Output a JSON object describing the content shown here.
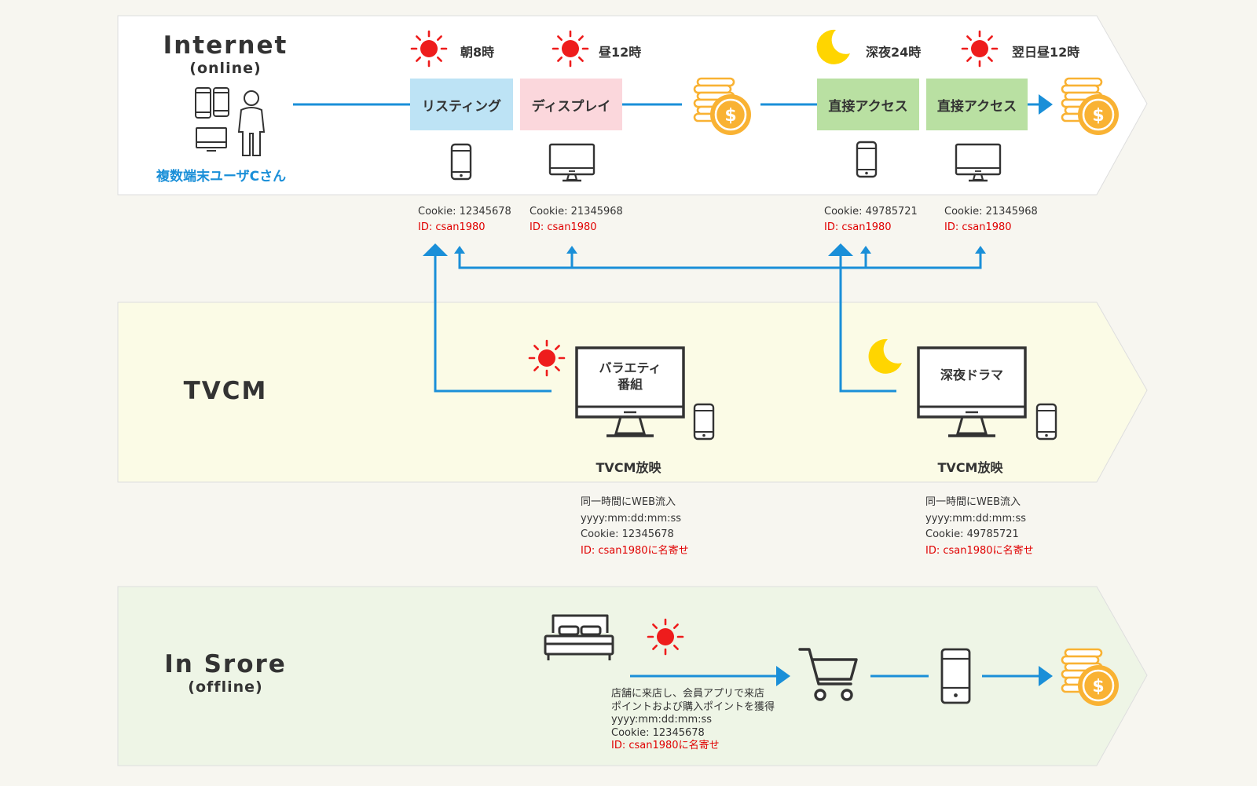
{
  "bands": {
    "internet": {
      "title": "Internet",
      "subtitle": "(online)",
      "user_label": "複数端末ユーザCさん"
    },
    "tvcm": {
      "title": "TVCM"
    },
    "store": {
      "title": "In Srore",
      "subtitle": "(offline)"
    }
  },
  "times": [
    {
      "label": "朝8時",
      "icon": "sun-icon"
    },
    {
      "label": "昼12時",
      "icon": "sun-icon"
    },
    {
      "label": "深夜24時",
      "icon": "moon-icon"
    },
    {
      "label": "翌日昼12時",
      "icon": "sun-icon"
    }
  ],
  "touchpoints": [
    {
      "label": "リスティング",
      "color": "#bde3f5",
      "device": "smartphone-icon",
      "cookie": "Cookie: 12345678",
      "id": "ID: csan1980"
    },
    {
      "label": "ディスプレイ",
      "color": "#fbd7dc",
      "device": "monitor-icon",
      "cookie": "Cookie: 21345968",
      "id": "ID: csan1980"
    },
    {
      "label": "直接アクセス",
      "color": "#b9e0a2",
      "device": "smartphone-icon",
      "cookie": "Cookie: 49785721",
      "id": "ID: csan1980"
    },
    {
      "label": "直接アクセス",
      "color": "#b9e0a2",
      "device": "monitor-icon",
      "cookie": "Cookie: 21345968",
      "id": "ID: csan1980"
    }
  ],
  "tv": [
    {
      "screen": "バラエティ\n番組",
      "label": "TVCM放映",
      "icon": "sun-icon",
      "note": [
        "同一時間にWEB流入",
        "yyyy:mm:dd:mm:ss",
        "Cookie: 12345678"
      ],
      "note_id": "ID: csan1980に名寄せ"
    },
    {
      "screen": "深夜ドラマ",
      "label": "TVCM放映",
      "icon": "moon-icon",
      "note": [
        "同一時間にWEB流入",
        "yyyy:mm:dd:mm:ss",
        "Cookie: 49785721"
      ],
      "note_id": "ID: csan1980に名寄せ"
    }
  ],
  "store": {
    "note": [
      "店舗に来店し、会員アプリで来店",
      "ポイントおよび購入ポイントを獲得",
      "yyyy:mm:dd:mm:ss",
      "Cookie: 12345678"
    ],
    "note_id": "ID: csan1980に名寄せ"
  },
  "colors": {
    "arrow": "#1a8fd8",
    "sun": "#ee1c1c",
    "moon": "#ffd500",
    "coin": "#f9b233",
    "user_label": "#1a8fd8",
    "id_text": "#e00000",
    "band_internet": "#ffffff",
    "band_tvcm": "#fbfbe6",
    "band_store": "#eef5e6"
  }
}
